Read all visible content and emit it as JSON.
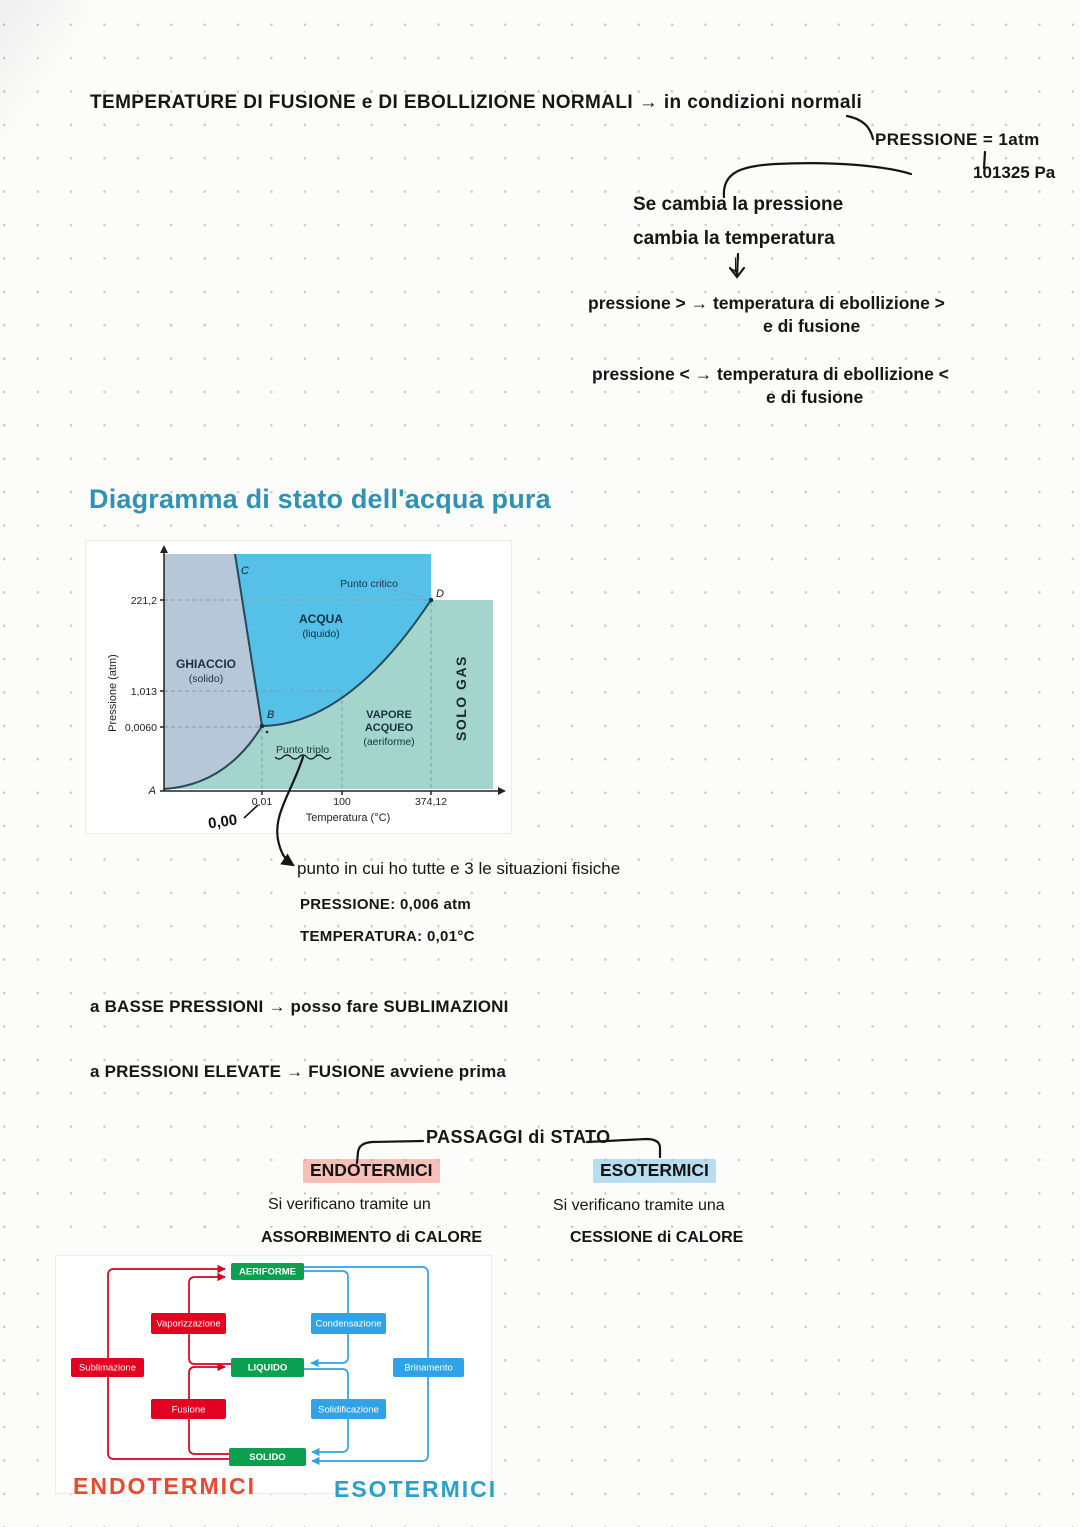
{
  "colors": {
    "heading_teal": "#2d92b4",
    "highlight_pink": "#f0a9a4",
    "highlight_blue": "#9ccfe8",
    "hand_red": "#e84a2f",
    "hand_blue": "#2aa0ca",
    "box_green": "#0aa04f",
    "box_red": "#e30021",
    "box_blue": "#2fa3e6",
    "region_ice": "#b6c7d8",
    "region_water": "#55c0e8",
    "region_vapor": "#a3d5cc",
    "ink": "#151515"
  },
  "header": {
    "title": "TEMPERATURE DI FUSIONE e DI EBOLLIZIONE NORMALI → in condizioni normali",
    "pressure_line1": "PRESSIONE = 1atm",
    "pressure_line2": "101325 Pa",
    "change_line1": "Se cambia la pressione",
    "change_line2": "cambia la temperatura",
    "down_arrow": "↓",
    "rules": [
      {
        "main": "pressione > → temperatura di ebollizione >",
        "sub": "e di fusione"
      },
      {
        "main": "pressione < → temperatura di ebollizione <",
        "sub": "e di fusione"
      }
    ]
  },
  "section": {
    "heading": "Diagramma di stato dell'acqua pura"
  },
  "chart_data": {
    "type": "area",
    "title": "Diagramma di stato dell'acqua pura",
    "xlabel": "Temperatura (°C)",
    "ylabel": "Pressione (atm)",
    "x_ticks": [
      "0,01",
      "100",
      "374,12"
    ],
    "y_ticks": [
      "221,2",
      "1,013",
      "0,0060"
    ],
    "regions": [
      {
        "name": "GHIACCIO",
        "sub": "(solido)"
      },
      {
        "name": "ACQUA",
        "sub": "(liquido)"
      },
      {
        "name_line1": "VAPORE",
        "name_line2": "ACQUEO",
        "sub": "(aeriforme)"
      },
      {
        "name": "GAS"
      }
    ],
    "points": {
      "A": "A",
      "B": "B",
      "C": "C",
      "D": "D",
      "triple": {
        "label": "Punto triplo",
        "temperature_c": 0.01,
        "pressure_atm": 0.006
      },
      "critical": {
        "label": "Punto critico",
        "temperature_c": 374.12,
        "pressure_atm": 221.2
      },
      "normal_boiling": {
        "temperature_c": 100,
        "pressure_atm": 1.013
      }
    },
    "annotations": {
      "zero": "0,00",
      "vertical": "SOLO GAS"
    }
  },
  "triple_note": {
    "line1": "punto in cui ho tutte e 3 le situazioni fisiche",
    "line2": "PRESSIONE: 0,006 atm",
    "line3": "TEMPERATURA: 0,01°C"
  },
  "bullets": [
    "a BASSE PRESSIONI → posso fare SUBLIMAZIONI",
    "a PRESSIONI ELEVATE → FUSIONE avviene prima"
  ],
  "passaggi": {
    "title": "PASSAGGI di STATO",
    "endo": {
      "label": "ENDOTERMICI",
      "desc1": "Si verificano tramite un",
      "desc2": "ASSORBIMENTO di CALORE"
    },
    "eso": {
      "label": "ESOTERMICI",
      "desc1": "Si verificano tramite una",
      "desc2": "CESSIONE di CALORE"
    }
  },
  "state_diagram": {
    "states": [
      "AERIFORME",
      "LIQUIDO",
      "SOLIDO"
    ],
    "endothermic": [
      "Sublimazione",
      "Vaporizzazione",
      "Fusione"
    ],
    "exothermic": [
      "Condensazione",
      "Solidificazione",
      "Brinamento"
    ],
    "footer_left": "ENDOTERMICI",
    "footer_right": "ESOTERMICI"
  }
}
